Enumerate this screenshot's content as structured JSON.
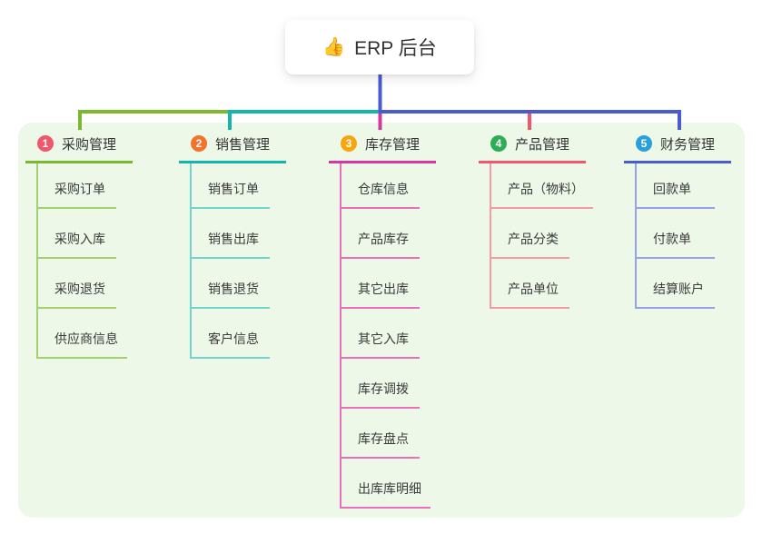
{
  "root": {
    "icon": "thumbs-up",
    "icon_glyph": "👍",
    "title": "ERP 后台"
  },
  "colors": {
    "canvas_bg": "#edf8e9",
    "stem": "#4a5ad2",
    "purchase": "#7ab82e",
    "sales": "#13b5ac",
    "inventory": "#d6369f",
    "product": "#f2566b",
    "finance": "#4a5ad2"
  },
  "branches": [
    {
      "num": "1",
      "title": "采购管理",
      "circle_color": "#f2566b",
      "line_color": "#7ab82e",
      "child_line_color": "#a3d16e",
      "children": [
        "采购订单",
        "采购入库",
        "采购退货",
        "供应商信息"
      ]
    },
    {
      "num": "2",
      "title": "销售管理",
      "circle_color": "#f4722b",
      "line_color": "#13b5ac",
      "child_line_color": "#72d5cd",
      "children": [
        "销售订单",
        "销售出库",
        "销售退货",
        "客户信息"
      ]
    },
    {
      "num": "3",
      "title": "库存管理",
      "circle_color": "#f7a60d",
      "line_color": "#d6369f",
      "child_line_color": "#e86fba",
      "children": [
        "仓库信息",
        "产品库存",
        "其它出库",
        "其它入库",
        "库存调拨",
        "库存盘点",
        "出库库明细"
      ]
    },
    {
      "num": "4",
      "title": "产品管理",
      "circle_color": "#2dae55",
      "line_color": "#f2566b",
      "child_line_color": "#f89aa4",
      "children": [
        "产品（物料）",
        "产品分类",
        "产品单位"
      ]
    },
    {
      "num": "5",
      "title": "财务管理",
      "circle_color": "#2b9fd9",
      "line_color": "#4a5ad2",
      "child_line_color": "#93a4ea",
      "children": [
        "回款单",
        "付款单",
        "结算账户"
      ]
    }
  ]
}
